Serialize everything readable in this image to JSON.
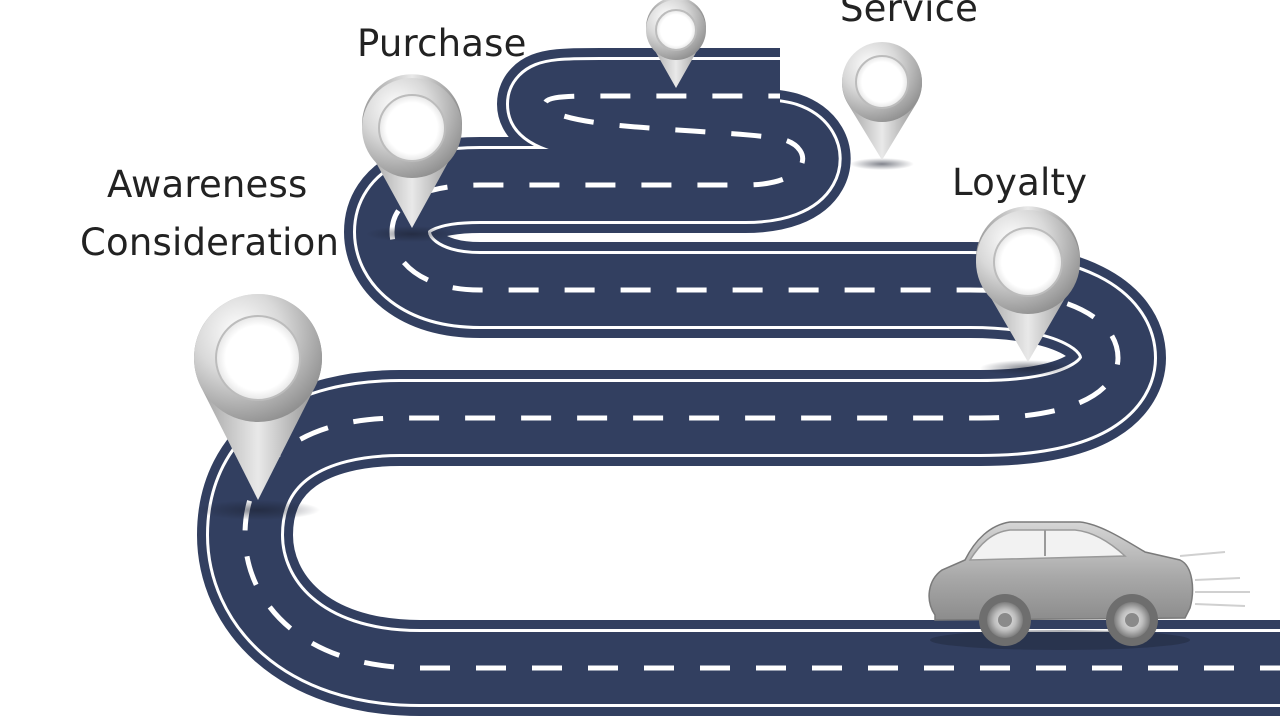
{
  "stages": {
    "service": "Service",
    "purchase": "Purchase",
    "awareness": "Awareness",
    "consideration": "Consideration",
    "loyalty": "Loyalty"
  },
  "colors": {
    "road": "#323f60",
    "road_edge": "#ffffff",
    "lane_marking": "#ffffff",
    "pin_silver": "#c8c8c8",
    "car_silver": "#b3b3b3"
  },
  "icons": [
    "map-pin-icon",
    "car-icon"
  ]
}
